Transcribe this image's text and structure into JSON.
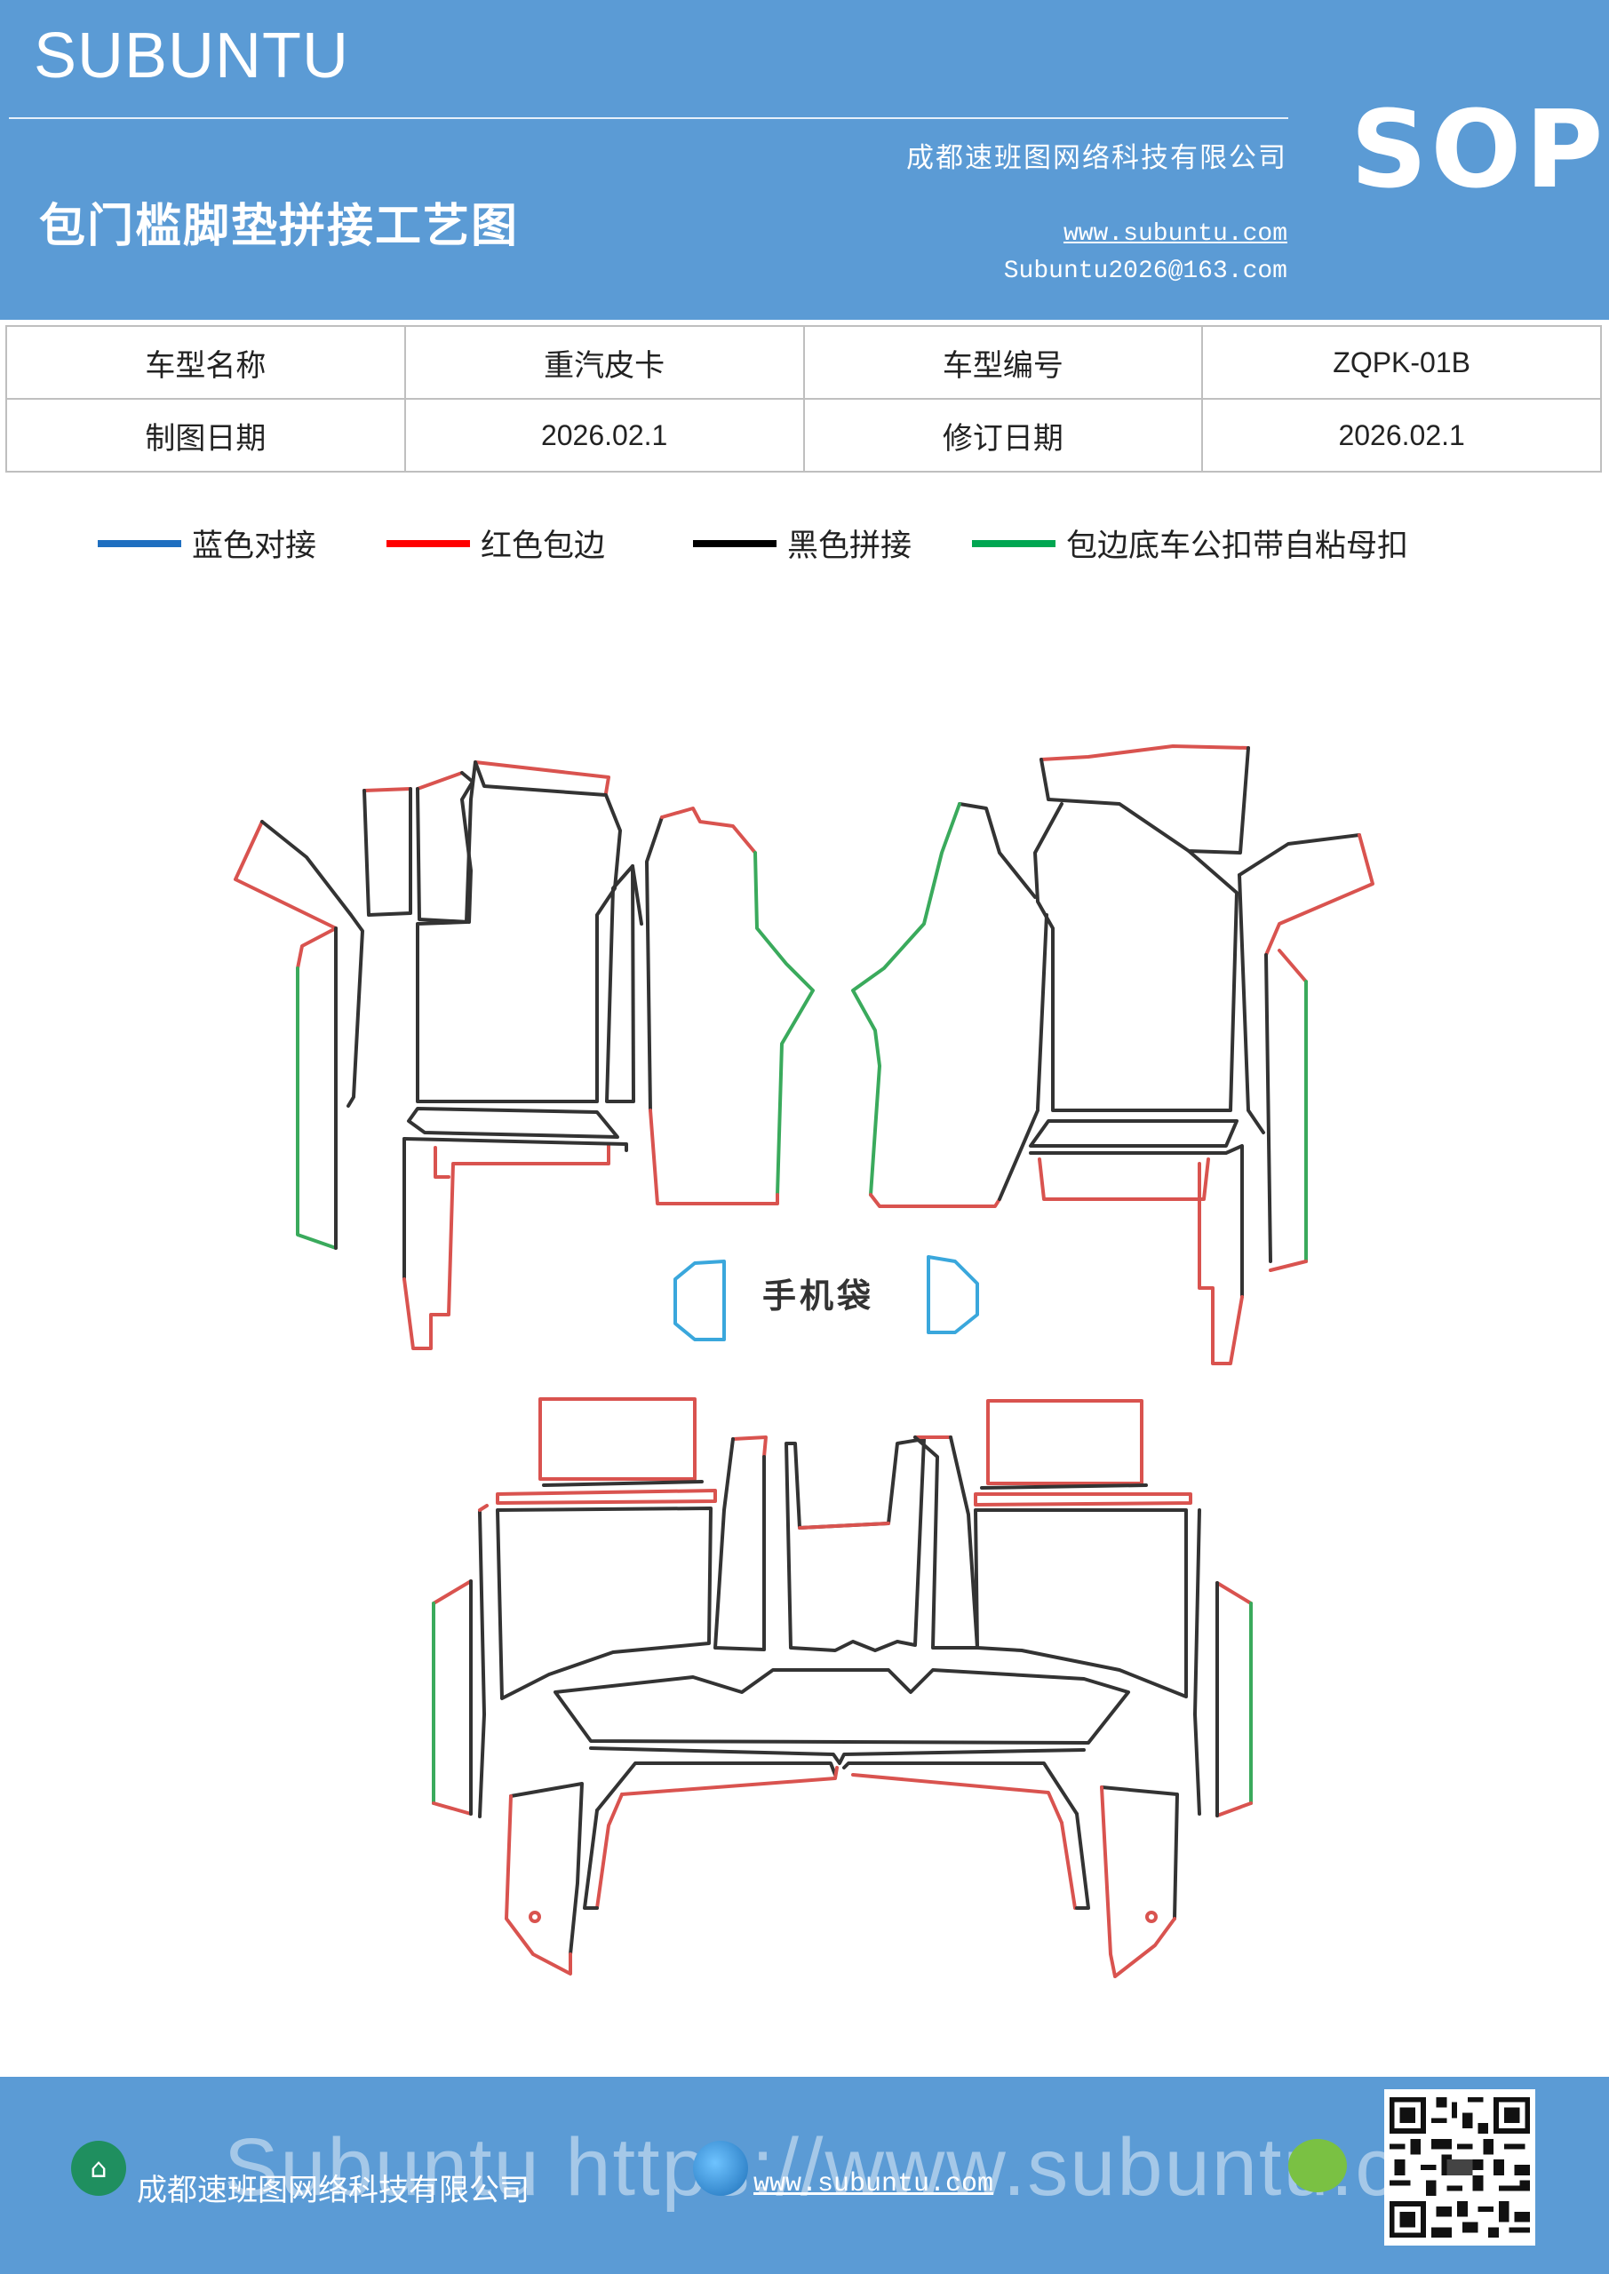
{
  "header": {
    "brand": "SUBUNTU",
    "title": "包门槛脚垫拼接工艺图",
    "company": "成都速班图网络科技有限公司",
    "website": "www.subuntu.com",
    "email": "Subuntu2026@163.com",
    "sop": "SOP"
  },
  "info": {
    "model_name_label": "车型名称",
    "model_name": "重汽皮卡",
    "model_no_label": "车型编号",
    "model_no": "ZQPK-01B",
    "draw_date_label": "制图日期",
    "draw_date": "2026.02.1",
    "revise_date_label": "修订日期",
    "revise_date": "2026.02.1"
  },
  "legend": [
    {
      "label": "蓝色对接",
      "color": "#1f6fc0"
    },
    {
      "label": "红色包边",
      "color": "#ff0000"
    },
    {
      "label": "黑色拼接",
      "color": "#000000"
    },
    {
      "label": "包边底车公扣带自粘母扣",
      "color": "#00a651"
    }
  ],
  "diagram": {
    "phone_pocket_label": "手机袋",
    "colors": {
      "black": "#333333",
      "red": "#d9534f",
      "green": "#3aaa5c",
      "blue": "#3aa7dc"
    }
  },
  "footer": {
    "company": "成都速班图网络科技有限公司",
    "website": "www.subuntu.com",
    "watermark": "Subuntu https://www.subuntu.com"
  }
}
